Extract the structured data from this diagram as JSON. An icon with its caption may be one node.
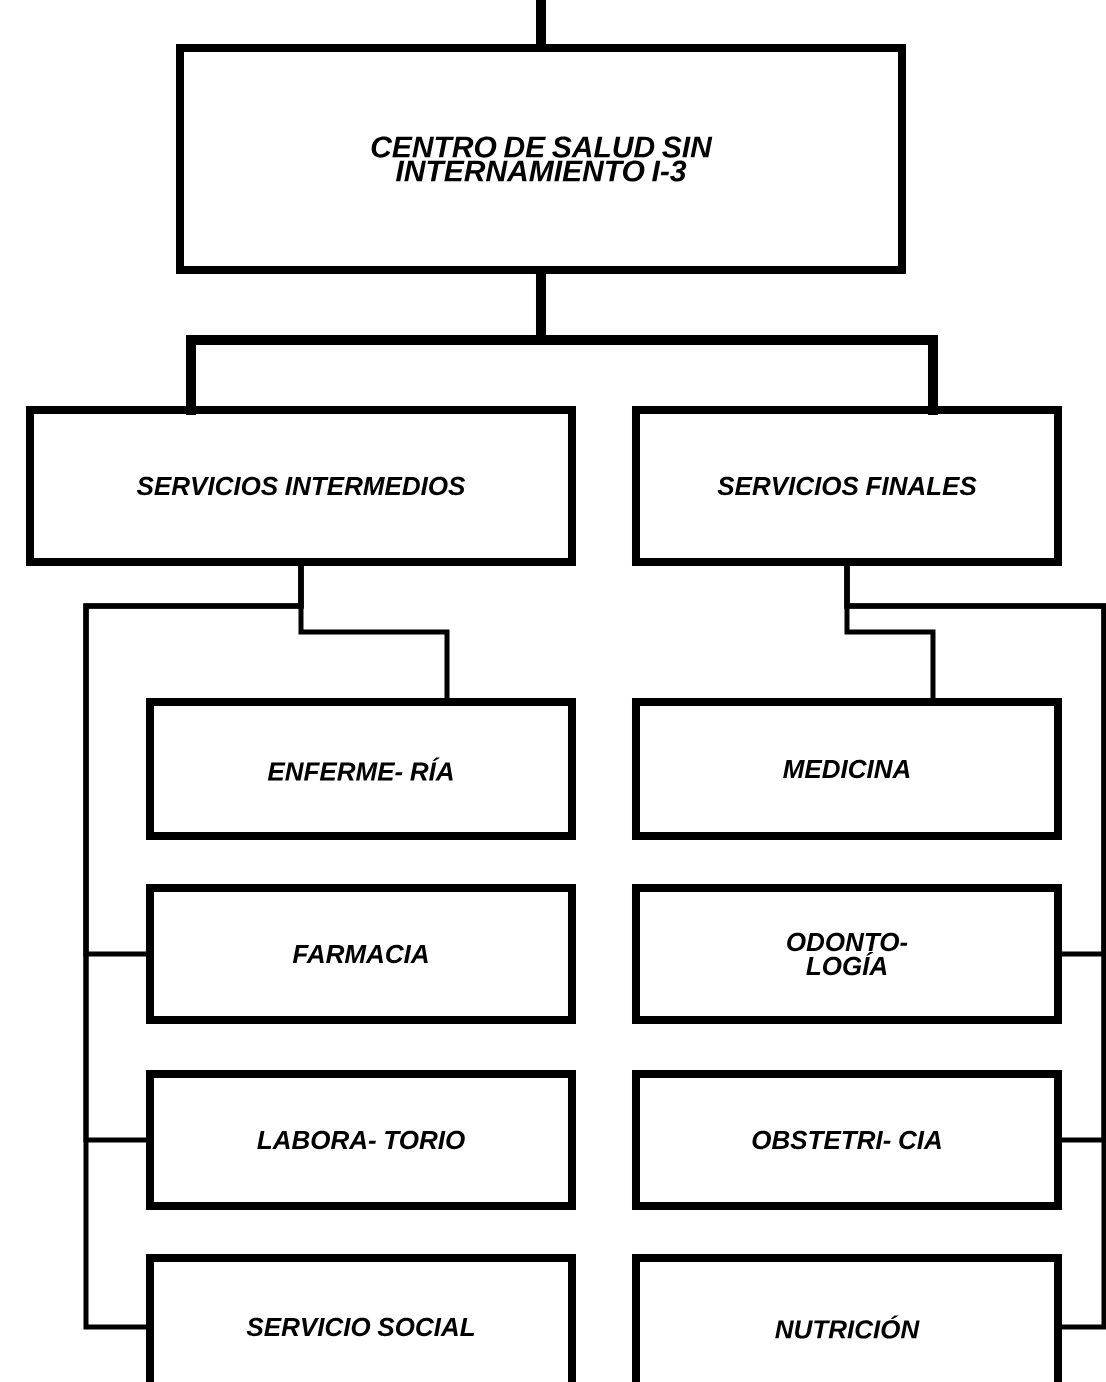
{
  "diagram": {
    "nodes": [
      {
        "text": [
          "CENTRO DE SALUD SIN INTERNAMIENTO I-3"
        ]
      },
      {
        "text": [
          "SERVICIOS INTERMEDIOS"
        ]
      },
      {
        "text": [
          "SERVICIOS FINALES"
        ]
      },
      {
        "text": [
          "ENFERME- RÍA"
        ]
      },
      {
        "text": [
          "FARMACIA"
        ]
      },
      {
        "text": [
          "LABORA- TORIO"
        ]
      },
      {
        "text": [
          "SERVICIO SOCIAL"
        ]
      },
      {
        "text": [
          "MEDICINA"
        ]
      },
      {
        "text": [
          "ODONTO- LOGÍA"
        ]
      },
      {
        "text": [
          "OBSTETRI- CIA"
        ]
      },
      {
        "text": [
          "NUTRICIÓN"
        ]
      }
    ],
    "edges": [
      {
        "from": null,
        "to": 0,
        "arrow": "none",
        "style": "thick"
      },
      {
        "from": 0,
        "to": 1,
        "arrow": "none",
        "style": "thick"
      },
      {
        "from": 0,
        "to": 2,
        "arrow": "none",
        "style": "thick"
      },
      {
        "from": 1,
        "to": 3,
        "arrow": "none"
      },
      {
        "from": 1,
        "to": 4,
        "arrow": "none"
      },
      {
        "from": 1,
        "to": 5,
        "arrow": "none"
      },
      {
        "from": 1,
        "to": 6,
        "arrow": "none"
      },
      {
        "from": 2,
        "to": 7,
        "arrow": "none"
      },
      {
        "from": 2,
        "to": 8,
        "arrow": "none"
      },
      {
        "from": 2,
        "to": 9,
        "arrow": "none"
      },
      {
        "from": 2,
        "to": 10,
        "arrow": "none"
      }
    ]
  }
}
